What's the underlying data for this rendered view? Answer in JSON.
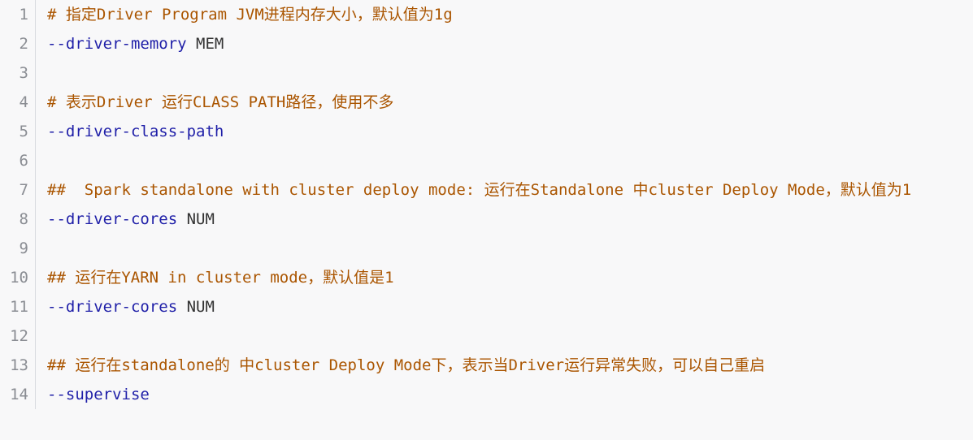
{
  "code_lines": [
    {
      "num": "1",
      "comment": "# 指定Driver Program JVM进程内存大小，默认值为1g"
    },
    {
      "num": "2",
      "flag": "--driver-memory",
      "arg": " MEM"
    },
    {
      "num": "3"
    },
    {
      "num": "4",
      "comment": "# 表示Driver 运行CLASS PATH路径，使用不多"
    },
    {
      "num": "5",
      "flag": "--driver-class-path"
    },
    {
      "num": "6"
    },
    {
      "num": "7",
      "comment": "##  Spark standalone with cluster deploy mode: 运行在Standalone 中cluster Deploy Mode，默认值为1"
    },
    {
      "num": "8",
      "flag": "--driver-cores",
      "arg": " NUM"
    },
    {
      "num": "9"
    },
    {
      "num": "10",
      "comment": "## 运行在YARN in cluster mode，默认值是1"
    },
    {
      "num": "11",
      "flag": "--driver-cores",
      "arg": " NUM"
    },
    {
      "num": "12"
    },
    {
      "num": "13",
      "comment": "## 运行在standalone的 中cluster Deploy Mode下，表示当Driver运行异常失败，可以自己重启"
    },
    {
      "num": "14",
      "flag": "--supervise"
    }
  ]
}
